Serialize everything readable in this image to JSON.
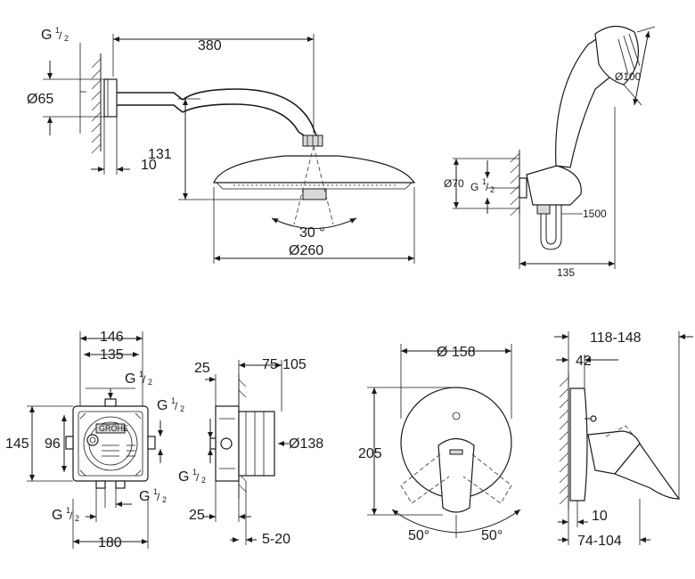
{
  "head_shower": {
    "thread_g": "G",
    "thread_frac_num": "1",
    "thread_frac_den": "2",
    "arm_length": "380",
    "flange_diameter": "Ø65",
    "drop_height": "131",
    "wall_offset": "10",
    "tilt_angle": "30 °",
    "head_diameter": "Ø260"
  },
  "hand_shower": {
    "head_diameter": "Ø100",
    "outlet_diameter": "Ø70",
    "thread_g": "G",
    "thread_frac_num": "1",
    "thread_frac_den": "2",
    "hose_length": "1500",
    "projection": "135"
  },
  "box_front": {
    "width_outer": "146",
    "width_inner": "135",
    "thread_top_g": "G",
    "thread_right_g": "G",
    "thread_left_g": "G",
    "thread_bottom_g": "G",
    "frac_num": "1",
    "frac_den": "2",
    "height_outer": "145",
    "height_inner": "96",
    "width_bottom": "180"
  },
  "box_side": {
    "depth_range": "75-105",
    "diameter": "Ø138",
    "thread_g": "G",
    "frac_num": "1",
    "frac_den": "2",
    "offset": "25",
    "adjust_range": "5-20"
  },
  "mixer_front": {
    "plate_diameter": "Ø 158",
    "height": "205",
    "angle_left": "50°",
    "angle_right": "50°"
  },
  "mixer_side": {
    "depth_range": "118-148",
    "plate_depth": "42",
    "wall_gap": "10",
    "lever_range": "74-104"
  }
}
